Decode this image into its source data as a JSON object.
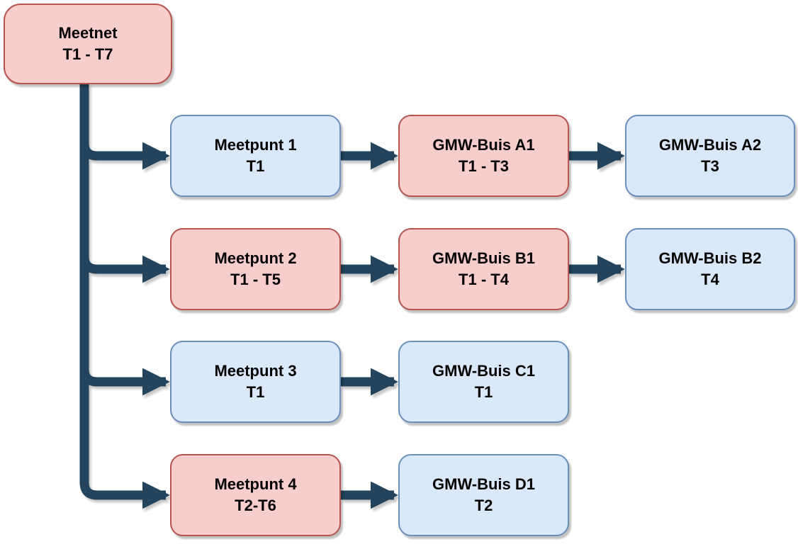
{
  "colors": {
    "node_red_fill": "#f8cecc",
    "node_red_border": "#b85450",
    "node_blue_fill": "#dae8fc",
    "node_blue_border": "#6c8ebf",
    "connector": "#23445c",
    "background": "#ffffff",
    "text": "#000000"
  },
  "nodes": {
    "meetnet": {
      "label": "Meetnet",
      "period": "T1 - T7",
      "variant": "red"
    },
    "meetpunt1": {
      "label": "Meetpunt 1",
      "period": "T1",
      "variant": "blue"
    },
    "gmw_a1": {
      "label": "GMW-Buis A1",
      "period": "T1 - T3",
      "variant": "red"
    },
    "gmw_a2": {
      "label": "GMW-Buis A2",
      "period": "T3",
      "variant": "blue"
    },
    "meetpunt2": {
      "label": "Meetpunt 2",
      "period": "T1 - T5",
      "variant": "red"
    },
    "gmw_b1": {
      "label": "GMW-Buis B1",
      "period": "T1 - T4",
      "variant": "red"
    },
    "gmw_b2": {
      "label": "GMW-Buis B2",
      "period": "T4",
      "variant": "blue"
    },
    "meetpunt3": {
      "label": "Meetpunt 3",
      "period": "T1",
      "variant": "blue"
    },
    "gmw_c1": {
      "label": "GMW-Buis C1",
      "period": "T1",
      "variant": "blue"
    },
    "meetpunt4": {
      "label": "Meetpunt 4",
      "period": "T2-T6",
      "variant": "red"
    },
    "gmw_d1": {
      "label": "GMW-Buis D1",
      "period": "T2",
      "variant": "blue"
    }
  },
  "edges": [
    {
      "from": "meetnet",
      "to": "meetpunt1"
    },
    {
      "from": "meetnet",
      "to": "meetpunt2"
    },
    {
      "from": "meetnet",
      "to": "meetpunt3"
    },
    {
      "from": "meetnet",
      "to": "meetpunt4"
    },
    {
      "from": "meetpunt1",
      "to": "gmw_a1"
    },
    {
      "from": "gmw_a1",
      "to": "gmw_a2"
    },
    {
      "from": "meetpunt2",
      "to": "gmw_b1"
    },
    {
      "from": "gmw_b1",
      "to": "gmw_b2"
    },
    {
      "from": "meetpunt3",
      "to": "gmw_c1"
    },
    {
      "from": "meetpunt4",
      "to": "gmw_d1"
    }
  ]
}
